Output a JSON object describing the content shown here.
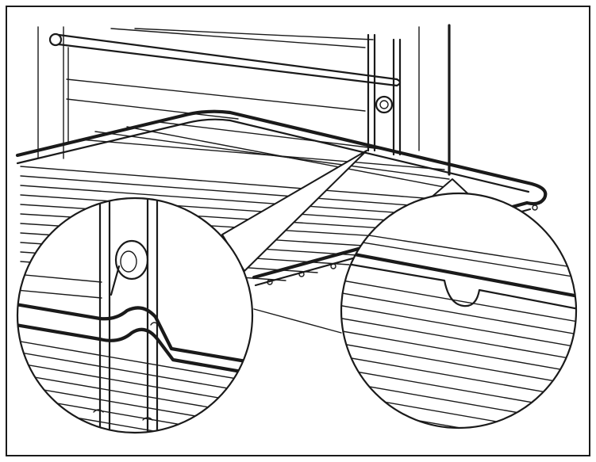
{
  "diagram": {
    "border_color": "#1a1a1a",
    "line_color": "#1a1a1a",
    "background": "#ffffff",
    "parts": [
      "oven-cavity",
      "side-runner-left",
      "side-runner-right",
      "wire-rack",
      "detail-circle-left",
      "detail-circle-right"
    ]
  }
}
